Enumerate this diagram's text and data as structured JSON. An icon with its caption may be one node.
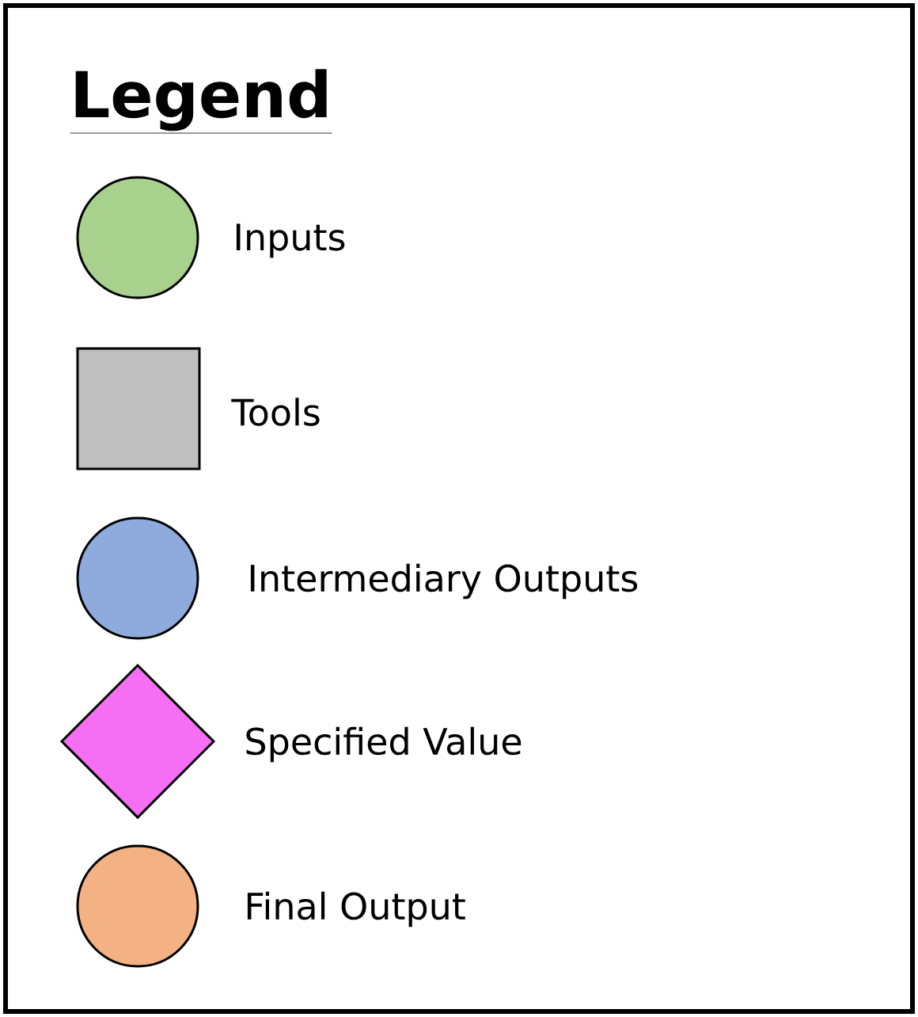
{
  "diagram": {
    "title": "Legend",
    "legend": [
      {
        "text": "Inputs",
        "color": "#a9d18e"
      },
      {
        "text": "Tools",
        "color": "#bfbfbf"
      },
      {
        "text": "Intermediary Outputs",
        "color": "#8faadc"
      },
      {
        "text": "Specified Value",
        "color": "#f56ff5"
      },
      {
        "text": "Final Output",
        "color": "#f4b183"
      }
    ]
  }
}
